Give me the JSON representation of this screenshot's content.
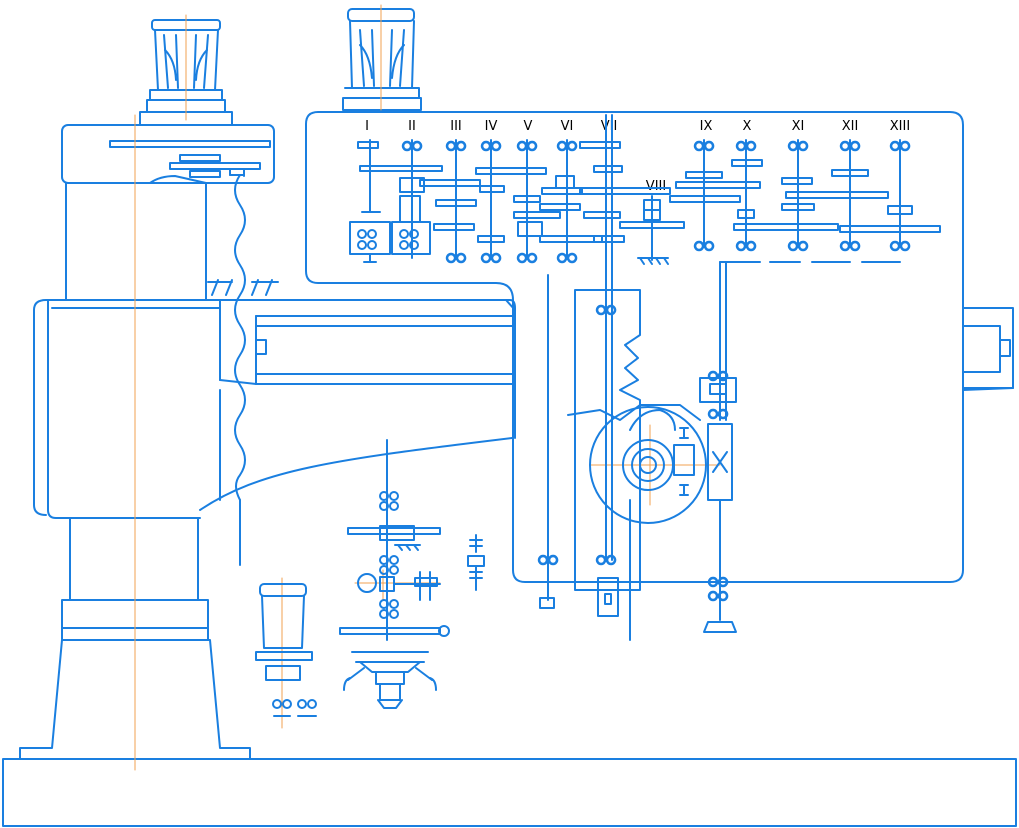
{
  "colors": {
    "line": "#1a7fe0",
    "axis": "#f0a050",
    "label": "#000000",
    "background": "#ffffff"
  },
  "shaft_labels": [
    "I",
    "II",
    "III",
    "IV",
    "V",
    "VI",
    "VII",
    "VIII",
    "IX",
    "X",
    "XI",
    "XII",
    "XIII"
  ],
  "marks": {
    "cross_box": "X"
  },
  "components": [
    "column-motor",
    "gearbox-motor",
    "column",
    "base",
    "radial-arm",
    "gearbox-housing",
    "spindle-head",
    "feed-box",
    "clamp-motor",
    "spindle-chuck"
  ]
}
